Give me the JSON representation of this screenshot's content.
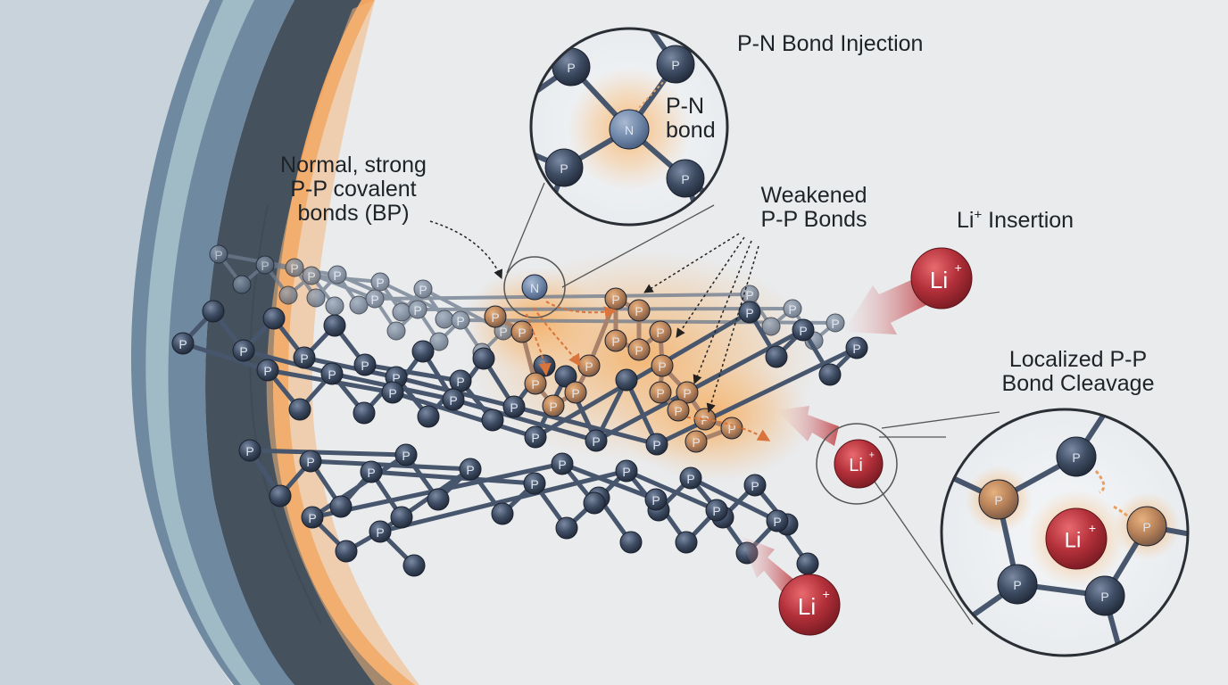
{
  "labels": {
    "normal_bonds": [
      "Normal, strong",
      "P-P covalent",
      "bonds (BP)"
    ],
    "pn_injection": "P-N Bond Injection",
    "pn_bond": [
      "P-N",
      "bond"
    ],
    "weakened": [
      "Weakened",
      "P-P Bonds"
    ],
    "li_insertion_prefix": "Li",
    "li_insertion_sup": "+",
    "li_insertion_suffix": " Insertion",
    "cleavage": [
      "Localized P-P",
      "Bond Cleavage"
    ]
  },
  "atoms": {
    "phosphorus": "P",
    "nitrogen": "N",
    "lithium": "Li",
    "lithium_charge": "+"
  },
  "colors": {
    "background": "#e9ebed",
    "atom_p": "#3c4b63",
    "atom_n": "#6d85a6",
    "bond": "#47566c",
    "lithium": "#b33038",
    "glow": "#f5a04a",
    "arrow_red": "#c8585c",
    "arrow_orange": "#d8743c",
    "curve_blue": "#6f8aa0",
    "curve_dark": "#45525e",
    "curve_orange": "#f3b77b"
  }
}
